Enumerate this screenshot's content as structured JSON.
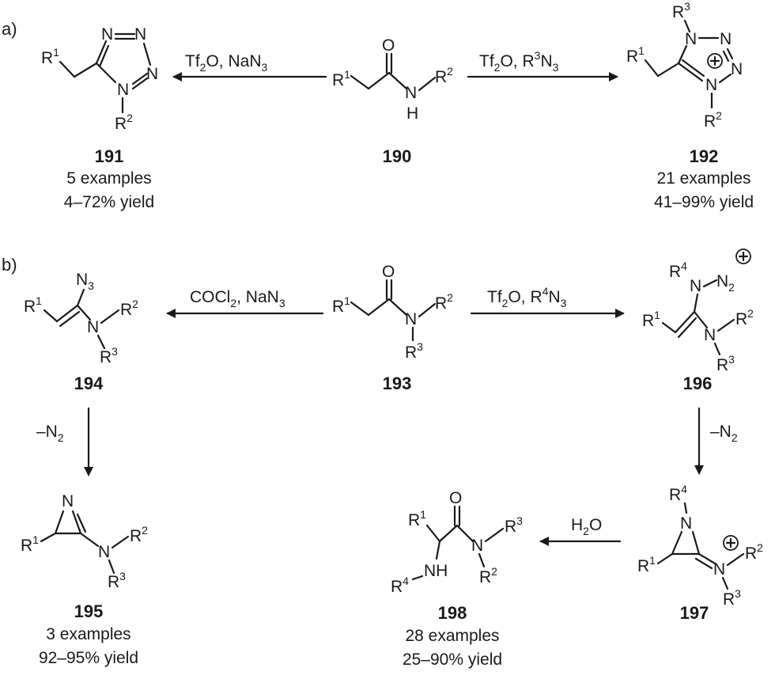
{
  "panels": {
    "a": {
      "label": "a)",
      "center": {
        "id": "190"
      },
      "left_reagents": "Tf2O, NaN3",
      "right_reagents": "Tf2O, R3N3",
      "left_product": {
        "id": "191",
        "examples": "5 examples",
        "yield": "4–72% yield"
      },
      "right_product": {
        "id": "192",
        "examples": "21 examples",
        "yield": "41–99% yield"
      }
    },
    "b": {
      "label": "b)",
      "center": {
        "id": "193"
      },
      "left_reagents": "COCl2, NaN3",
      "right_reagents": "Tf2O, R4N3",
      "left_intermediate": {
        "id": "194"
      },
      "left_step": "–N2",
      "left_product": {
        "id": "195",
        "examples": "3 examples",
        "yield": "92–95% yield"
      },
      "right_intermediate": {
        "id": "196"
      },
      "right_step": "–N2",
      "aziridinium": {
        "id": "197"
      },
      "hydrolysis": "H2O",
      "final_product": {
        "id": "198",
        "examples": "28 examples",
        "yield": "25–90% yield"
      }
    }
  },
  "atoms": {
    "R1": "R1",
    "R2": "R2",
    "R3": "R3",
    "R4": "R4",
    "N": "N",
    "H": "H",
    "O": "O",
    "NH": "NH",
    "N3": "N3",
    "N2": "N2",
    "plus": "+"
  }
}
